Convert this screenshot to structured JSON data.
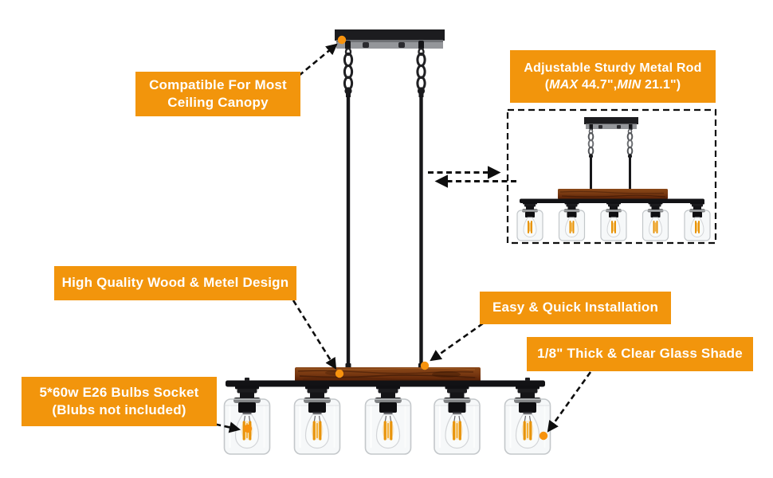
{
  "image_title": "5-light farmhouse wood and metal linear chandelier feature diagram",
  "colors": {
    "accent_orange": "#F2950C",
    "anchor_dot_orange": "#F7930E",
    "metal_black": "#17171A",
    "wood_brown": "#7A3A12",
    "filament_amber": "#E8940B",
    "canopy_silver": "#94969A",
    "background": "#FFFFFF"
  },
  "callouts": {
    "ceiling_canopy": {
      "line1": "Compatible For Most",
      "line2": "Ceiling Canopy"
    },
    "metal_rod": {
      "line1": "Adjustable Sturdy Metal Rod",
      "line2_open": "(",
      "line2_max": "MAX",
      "line2_max_value": " 44.7\",",
      "line2_min": "MIN",
      "line2_min_value": " 21.1\")"
    },
    "wood_metal": {
      "line1": "High Quality Wood & Metel Design"
    },
    "installation": {
      "line1": "Easy & Quick Installation"
    },
    "glass_shade": {
      "line1": "1/8\" Thick & Clear Glass Shade"
    },
    "bulb_socket": {
      "line1": "5*60w E26 Bulbs Socket",
      "line2": "(Blubs not included)"
    }
  }
}
